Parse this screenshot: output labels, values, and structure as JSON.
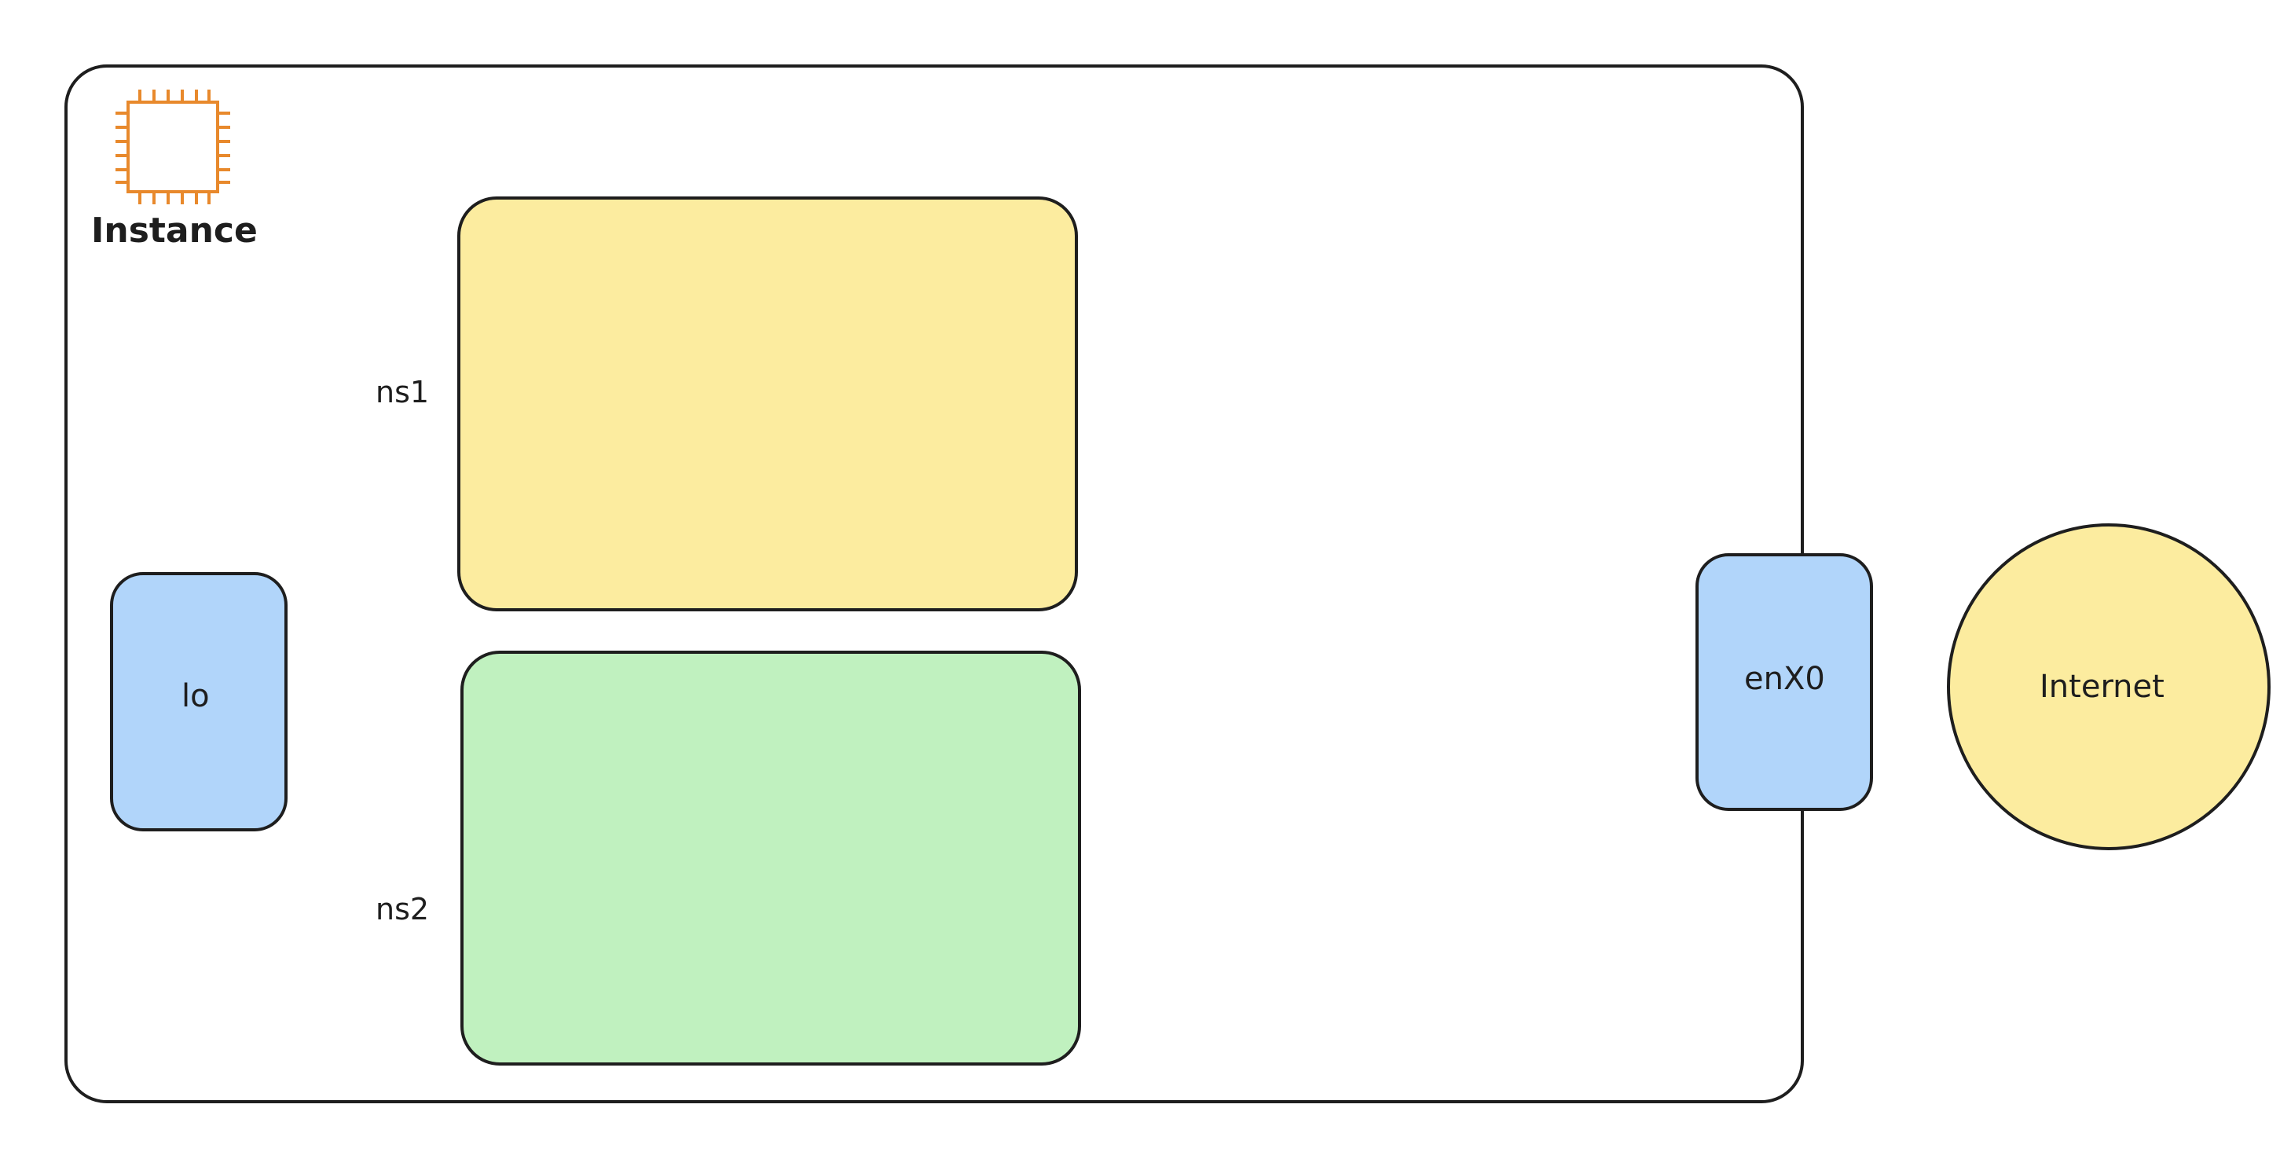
{
  "diagram": {
    "instance": {
      "label": "Instance",
      "icon": "chip-icon",
      "icon_color": "#e8892c"
    },
    "namespaces": [
      {
        "label": "ns1",
        "fill": "#fcec9f"
      },
      {
        "label": "ns2",
        "fill": "#c0f1bf"
      }
    ],
    "interfaces": {
      "lo": {
        "label": "lo",
        "fill": "#b1d5fa"
      },
      "enx0": {
        "label": "enX0",
        "fill": "#b1d5fa"
      }
    },
    "internet": {
      "label": "Internet",
      "fill": "#fcec9f"
    },
    "stroke_color": "#1e1e1e"
  }
}
